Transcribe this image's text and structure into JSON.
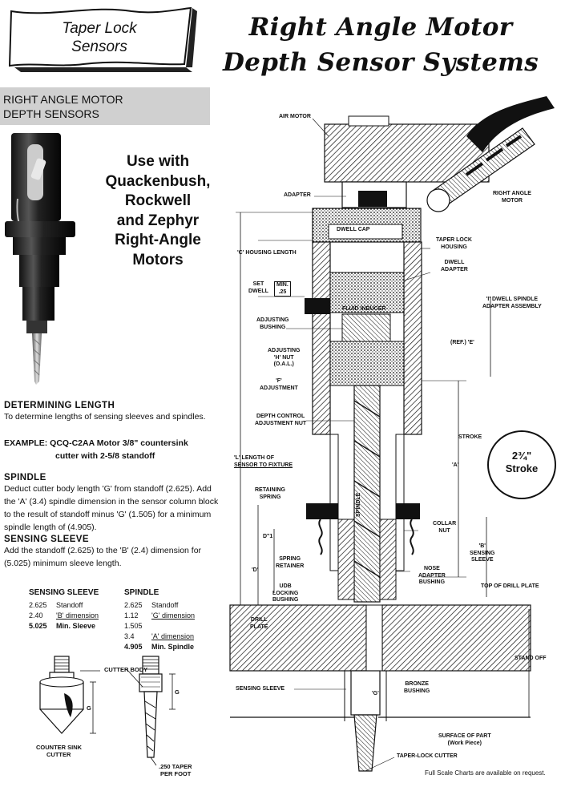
{
  "logo": {
    "line1": "Taper Lock",
    "line2": "Sensors"
  },
  "title": {
    "line1": "Right Angle Motor",
    "line2": "Depth Sensor Systems"
  },
  "section_header": {
    "line1": "RIGHT ANGLE MOTOR",
    "line2": "DEPTH SENSORS"
  },
  "use_with": {
    "lines": [
      "Use with",
      "Quackenbush,",
      "Rockwell",
      "and Zephyr",
      "Right-Angle",
      "Motors"
    ]
  },
  "determining_length": {
    "heading": "DETERMINING LENGTH",
    "body": "To determine lengths of sensing sleeves and spindles."
  },
  "example": {
    "line1": "EXAMPLE:  QCQ-C2AA Motor 3/8\" countersink",
    "line2": "cutter  with 2-5/8 standoff"
  },
  "spindle_section": {
    "heading": "SPINDLE",
    "body": "Deduct cutter body length 'G' from standoff (2.625). Add the 'A' (3.4) spindle dimension in the sensor column block to the result of standoff minus 'G' (1.505) for a minimum spindle length of (4.905)."
  },
  "sleeve_section": {
    "heading": "SENSING SLEEVE",
    "body": "Add the standoff (2.625) to the 'B' (2.4) dimension for (5.025) minimum sleeve length."
  },
  "calc_sleeve": {
    "heading": "SENSING SLEEVE",
    "rows": [
      {
        "num": "2.625",
        "label": "Standoff"
      },
      {
        "num": "2.40",
        "label": "'B' dimension"
      },
      {
        "num": "5.025",
        "label": "Min. Sleeve"
      }
    ]
  },
  "calc_spindle": {
    "heading": "SPINDLE",
    "rows": [
      {
        "num": "2.625",
        "label": "Standoff"
      },
      {
        "num": "1.12",
        "label": "'G' dimension"
      },
      {
        "num": "1.505",
        "label": ""
      },
      {
        "num": "3.4",
        "label": "'A' dimension"
      },
      {
        "num": "4.905",
        "label": "Min. Spindle"
      }
    ]
  },
  "small_drawings": {
    "cutter_body": "CUTTER BODY",
    "countersink": "COUNTER SINK",
    "countersink2": "CUTTER",
    "taper1": ".250 TAPER",
    "taper2": "PER FOOT",
    "g1": "G",
    "g2": "G"
  },
  "drawing_labels": {
    "air_motor": "AIR MOTOR",
    "adapter": "ADAPTER",
    "right_angle_motor1": "RIGHT ANGLE",
    "right_angle_motor2": "MOTOR",
    "dwell_cap": "DWELL CAP",
    "taper_lock_housing1": "TAPER LOCK",
    "taper_lock_housing2": "HOUSING",
    "c_housing_length": "'C' HOUSING LENGTH",
    "dwell_adapter1": "DWELL",
    "dwell_adapter2": "ADAPTER",
    "set_dwell1": "SET",
    "set_dwell2": "DWELL",
    "min1": "MIN.",
    "min2": ".25",
    "fluid_inducer": "FLUID INDUCER",
    "i_dwell1": "'I' DWELL SPINDLE",
    "i_dwell2": "ADAPTER ASSEMBLY",
    "adjusting_bushing1": "ADJUSTING",
    "adjusting_bushing2": "BUSHING",
    "ref_e": "(REF.)  'E'",
    "adjusting_nut1": "ADJUSTING",
    "adjusting_nut2": "'H'      NUT",
    "adjusting_nut3": "(O.A.L.)",
    "f_adjustment1": "'F'",
    "f_adjustment2": "ADJUSTMENT",
    "depth_control1": "DEPTH CONTROL",
    "depth_control2": "ADJUSTMENT NUT",
    "stroke": "STROKE",
    "l_length1": "'L' LENGTH OF",
    "l_length2": "SENSOR TO FIXTURE",
    "a_dim": "'A'",
    "retaining_spring1": "RETAINING",
    "retaining_spring2": "SPRING",
    "collar_nut1": "COLLAR",
    "collar_nut2": "NUT",
    "d1": "D\"1",
    "d_dim": "'D'",
    "spring_retainer1": "SPRING",
    "spring_retainer2": "RETAINER",
    "b_sleeve1": "'B'",
    "b_sleeve2": "SENSING",
    "b_sleeve3": "SLEEVE",
    "udb1": "UDB",
    "udb2": "LOCKING",
    "udb3": "BUSHING",
    "spindle": "SPINDLE",
    "nose_adapter1": "NOSE",
    "nose_adapter2": "ADAPTER",
    "nose_adapter3": "BUSHING",
    "top_drill_plate": "TOP OF DRILL PLATE",
    "drill_plate1": "DRILL",
    "drill_plate2": "PLATE",
    "stand_off": "STAND OFF",
    "sensing_sleeve": "SENSING SLEEVE",
    "bronze1": "BRONZE",
    "bronze2": "BUSHING",
    "g_label": "'G'",
    "surface1": "SURFACE OF PART",
    "surface2": "(Work Piece)",
    "taper_lock_cutter": "TAPER-LOCK CUTTER"
  },
  "stroke_badge": {
    "line1": "2¾\"",
    "line2": "Stroke"
  },
  "footnote": "Full Scale Charts are available on request."
}
